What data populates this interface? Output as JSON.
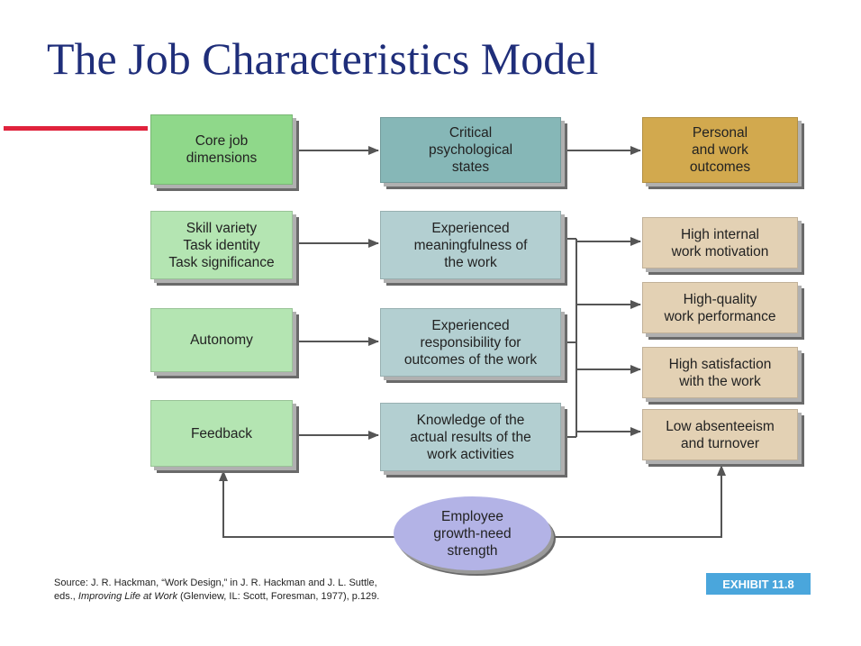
{
  "title": "The Job Characteristics Model",
  "headers": {
    "core": "Core job\ndimensions",
    "critical": "Critical\npsychological\nstates",
    "outcomes": "Personal\nand work\noutcomes"
  },
  "dimensions": [
    "Skill variety\nTask identity\nTask significance",
    "Autonomy",
    "Feedback"
  ],
  "states": [
    "Experienced\nmeaningfulness of\nthe work",
    "Experienced\nresponsibility for\noutcomes of the work",
    "Knowledge of the\nactual results of the\nwork activities"
  ],
  "outcomes": [
    "High internal\nwork motivation",
    "High-quality\nwork performance",
    "High satisfaction\nwith the work",
    "Low absenteeism\nand turnover"
  ],
  "moderator": "Employee\ngrowth-need\nstrength",
  "source": {
    "line1": "Source: J. R. Hackman, “Work Design,” in J. R. Hackman and J. L. Suttle,",
    "line2_pre": "eds., ",
    "line2_italic": "Improving Life at Work",
    "line2_post": " (Glenview, IL: Scott, Foresman, 1977), p.129."
  },
  "exhibit": "EXHIBIT 11.8",
  "colors": {
    "title": "#1f2e7a",
    "accent_line": "#e0223c",
    "core_header": "#8fd88a",
    "core_box": "#b4e5b2",
    "state_header": "#86b7b7",
    "state_box": "#b3cfd1",
    "outcome_header": "#d2a94e",
    "outcome_box": "#e3d1b4",
    "moderator": "#b3b3e6",
    "exhibit_badge": "#4aa6dc"
  }
}
